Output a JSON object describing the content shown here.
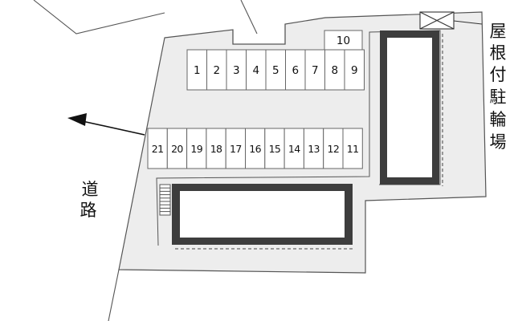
{
  "colors": {
    "lot_fill": "#ededed",
    "line": "#555555",
    "building_outer": "#3d3d3d",
    "building_inner": "#ffffff",
    "text": "#111111"
  },
  "labels": {
    "road_char_1": "道",
    "road_char_2": "路",
    "bike_char_1": "屋",
    "bike_char_2": "根",
    "bike_char_3": "付",
    "bike_char_4": "駐",
    "bike_char_5": "輪",
    "bike_char_6": "場"
  },
  "parking": {
    "top_row": [
      "1",
      "2",
      "3",
      "4",
      "5",
      "6",
      "7",
      "8",
      "9"
    ],
    "extra_slot": "10",
    "bottom_row": [
      "21",
      "20",
      "19",
      "18",
      "17",
      "16",
      "15",
      "14",
      "13",
      "12",
      "11"
    ]
  },
  "icons": {
    "north_arrow": "arrow-icon",
    "bike_shelter": "crossed-box-icon",
    "stairs": "stairs-icon"
  }
}
